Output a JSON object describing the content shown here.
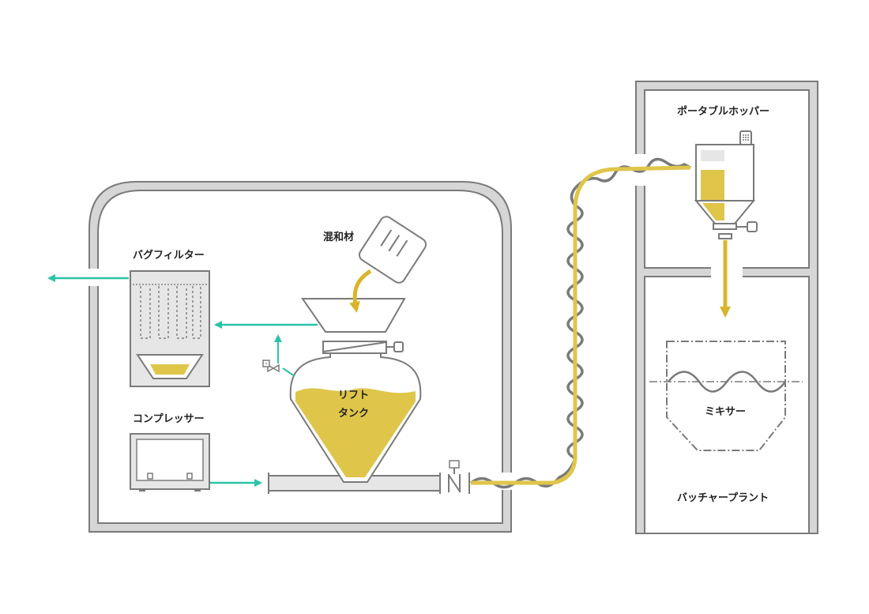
{
  "labels": {
    "mixed_material": "混和材",
    "bag_filter": "バグフィルター",
    "compressor": "コンプレッサー",
    "lift_tank_line1": "リフト",
    "lift_tank_line2": "タンク",
    "portable_hopper": "ポータブルホッパー",
    "mixer": "ミキサー",
    "batcher_plant": "バッチャープラント"
  },
  "colors": {
    "outline": "#7a7a7a",
    "panel_fill": "#e6e6e6",
    "material": "#dfc54a",
    "flow_arrow": "#dcb42c",
    "air_arrow": "#2cc3a8"
  }
}
